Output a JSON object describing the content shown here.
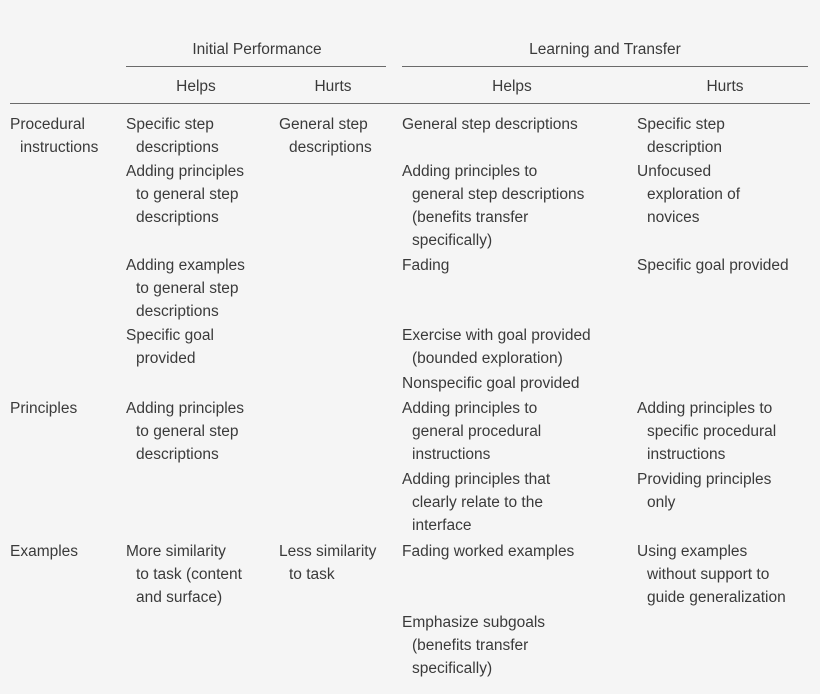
{
  "table": {
    "group_headers": [
      {
        "label": "Initial Performance"
      },
      {
        "label": "Learning and Transfer"
      }
    ],
    "sub_headers": [
      {
        "label": "Helps"
      },
      {
        "label": "Hurts"
      },
      {
        "label": "Helps"
      },
      {
        "label": "Hurts"
      }
    ],
    "rows": [
      {
        "label": [
          "Procedural",
          "instructions"
        ],
        "ip_helps": [
          [
            "Specific step",
            "descriptions"
          ],
          [
            "Adding principles",
            "to general step",
            "descriptions"
          ],
          [
            "Adding examples",
            "to general step",
            "descriptions"
          ],
          [
            "Specific goal",
            "provided"
          ]
        ],
        "ip_hurts": [
          [
            "General step",
            "descriptions"
          ]
        ],
        "lt_helps": [
          [
            "General step descriptions"
          ],
          [
            "Adding principles to",
            "general step descriptions",
            "(benefits transfer",
            "specifically)"
          ],
          [
            "Fading"
          ],
          [
            "Exercise with goal provided",
            "(bounded exploration)"
          ],
          [
            "Nonspecific goal provided"
          ]
        ],
        "lt_hurts": [
          [
            "Specific step",
            "description"
          ],
          [
            "Unfocused",
            "exploration of",
            "novices"
          ],
          [
            "Specific goal provided"
          ]
        ]
      },
      {
        "label": [
          "Principles"
        ],
        "ip_helps": [
          [
            "Adding principles",
            "to general step",
            "descriptions"
          ]
        ],
        "ip_hurts": [],
        "lt_helps": [
          [
            "Adding principles to",
            "general procedural",
            "instructions"
          ],
          [
            "Adding principles that",
            "clearly relate to the",
            "interface"
          ]
        ],
        "lt_hurts": [
          [
            "Adding principles to",
            "specific procedural",
            "instructions"
          ],
          [
            "Providing principles",
            "only"
          ]
        ]
      },
      {
        "label": [
          "Examples"
        ],
        "ip_helps": [
          [
            "More similarity",
            "to task (content",
            "and surface)"
          ]
        ],
        "ip_hurts": [
          [
            "Less similarity",
            "to task"
          ]
        ],
        "lt_helps": [
          [
            "Fading worked examples"
          ],
          [
            "Emphasize subgoals",
            "(benefits transfer",
            "specifically)"
          ]
        ],
        "lt_hurts": [
          [
            "Using examples",
            "without support to",
            "guide generalization"
          ]
        ]
      }
    ]
  }
}
